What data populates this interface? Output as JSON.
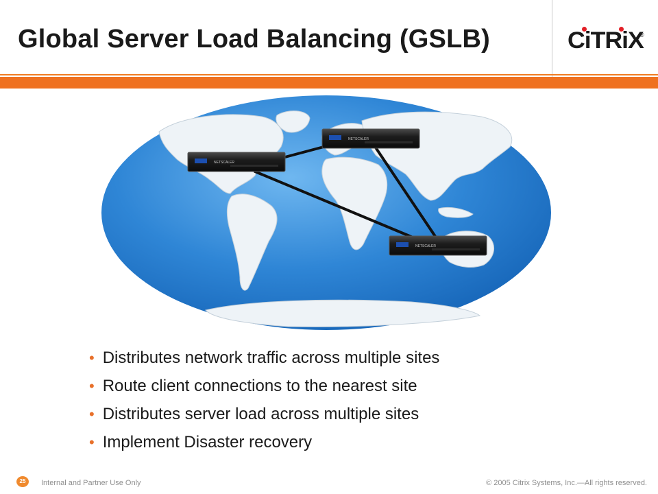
{
  "slide": {
    "title": "Global Server Load Balancing (GSLB)",
    "logo_text": "CiTRiX",
    "logo_registered": "®"
  },
  "diagram": {
    "appliance_brand": "NETSCALER",
    "nodes": [
      {
        "id": "north-america"
      },
      {
        "id": "europe"
      },
      {
        "id": "australia"
      }
    ],
    "links": [
      {
        "from": "north-america",
        "to": "europe"
      },
      {
        "from": "north-america",
        "to": "australia"
      },
      {
        "from": "europe",
        "to": "australia"
      }
    ]
  },
  "bullets": [
    "Distributes network traffic across multiple sites",
    "Route client connections to the nearest site",
    "Distributes server load across multiple sites",
    "Implement Disaster recovery"
  ],
  "footer": {
    "page_number": "25",
    "classification": "Internal and Partner Use Only",
    "copyright": "© 2005 Citrix Systems, Inc.—All rights reserved."
  },
  "colors": {
    "accent_orange": "#ef7120",
    "ocean_blue": "#2f86d6",
    "logo_dot_red": "#e21f26"
  }
}
